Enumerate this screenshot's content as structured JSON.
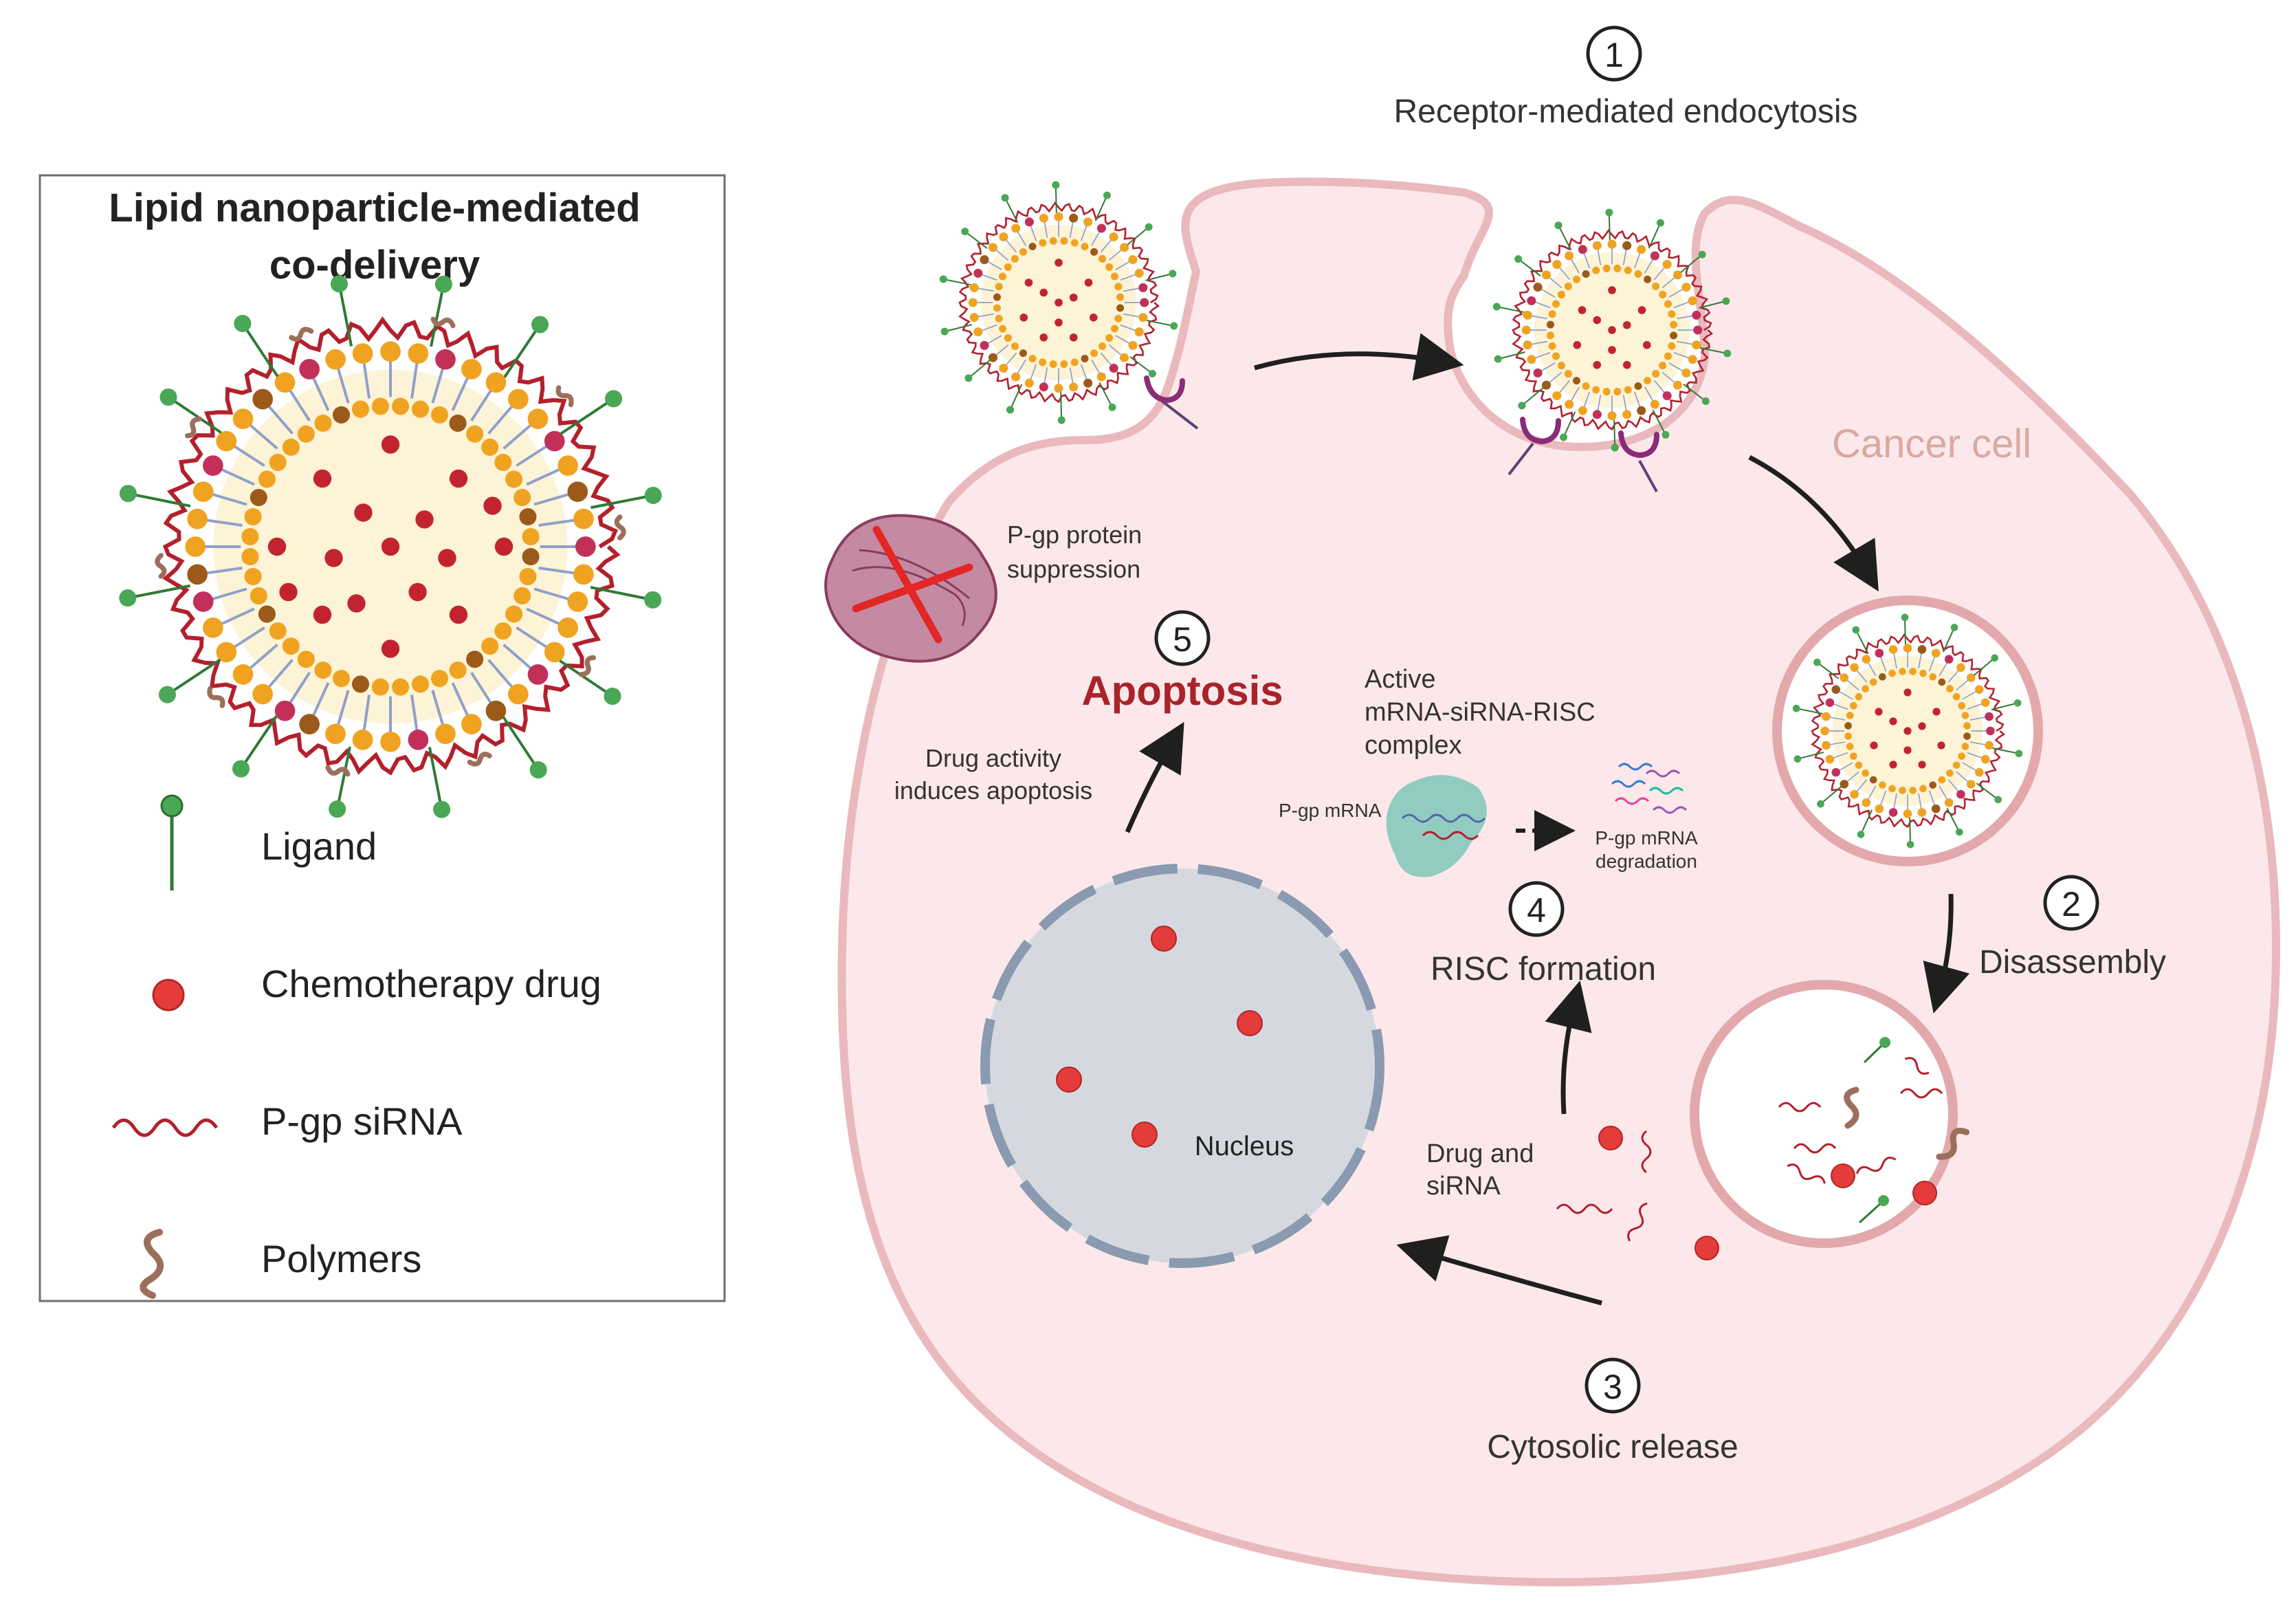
{
  "legend": {
    "title_line1": "Lipid nanoparticle-mediated",
    "title_line2": "co-delivery",
    "items": [
      {
        "icon": "ligand-icon",
        "label": "Ligand"
      },
      {
        "icon": "chemotherapy-drug-icon",
        "label": "Chemotherapy drug"
      },
      {
        "icon": "siRNA-icon",
        "label": "P-gp siRNA"
      },
      {
        "icon": "polymer-icon",
        "label": "Polymers"
      }
    ]
  },
  "cell": {
    "label": "Cancer cell"
  },
  "steps": [
    {
      "number": "1",
      "label": "Receptor-mediated endocytosis"
    },
    {
      "number": "2",
      "label": "Disassembly"
    },
    {
      "number": "3",
      "label": "Cytosolic release"
    },
    {
      "number": "4",
      "label": "RISC formation"
    },
    {
      "number": "5",
      "label": "Apoptosis"
    }
  ],
  "annotations": {
    "pgp_suppression_line1": "P-gp protein",
    "pgp_suppression_line2": "suppression",
    "drug_activity_line1": "Drug activity",
    "drug_activity_line2": "induces apoptosis",
    "risc_line1": "Active",
    "risc_line2": "mRNA-siRNA-RISC",
    "risc_line3": "complex",
    "pgp_mrna": "P-gp mRNA",
    "degradation_line1": "P-gp mRNA",
    "degradation_line2": "degradation",
    "drug_sirna_line1": "Drug and",
    "drug_sirna_line2": "siRNA",
    "nucleus": "Nucleus"
  },
  "colors": {
    "cell_fill": "#fce8ea",
    "cell_outline": "#e9b9bd",
    "nucleus_fill": "#d5d9df",
    "nucleus_border": "#8a9ab0",
    "drug_red": "#e43b3b",
    "sirna_red": "#b3202c",
    "ligand_green": "#2f8a3d",
    "lipid_orange": "#f0a321",
    "polymer_brown": "#9c6f5c",
    "apoptosis_red": "#a8232b",
    "receptor_purple": "#8a2c77",
    "risc_teal": "#86c9bd"
  }
}
